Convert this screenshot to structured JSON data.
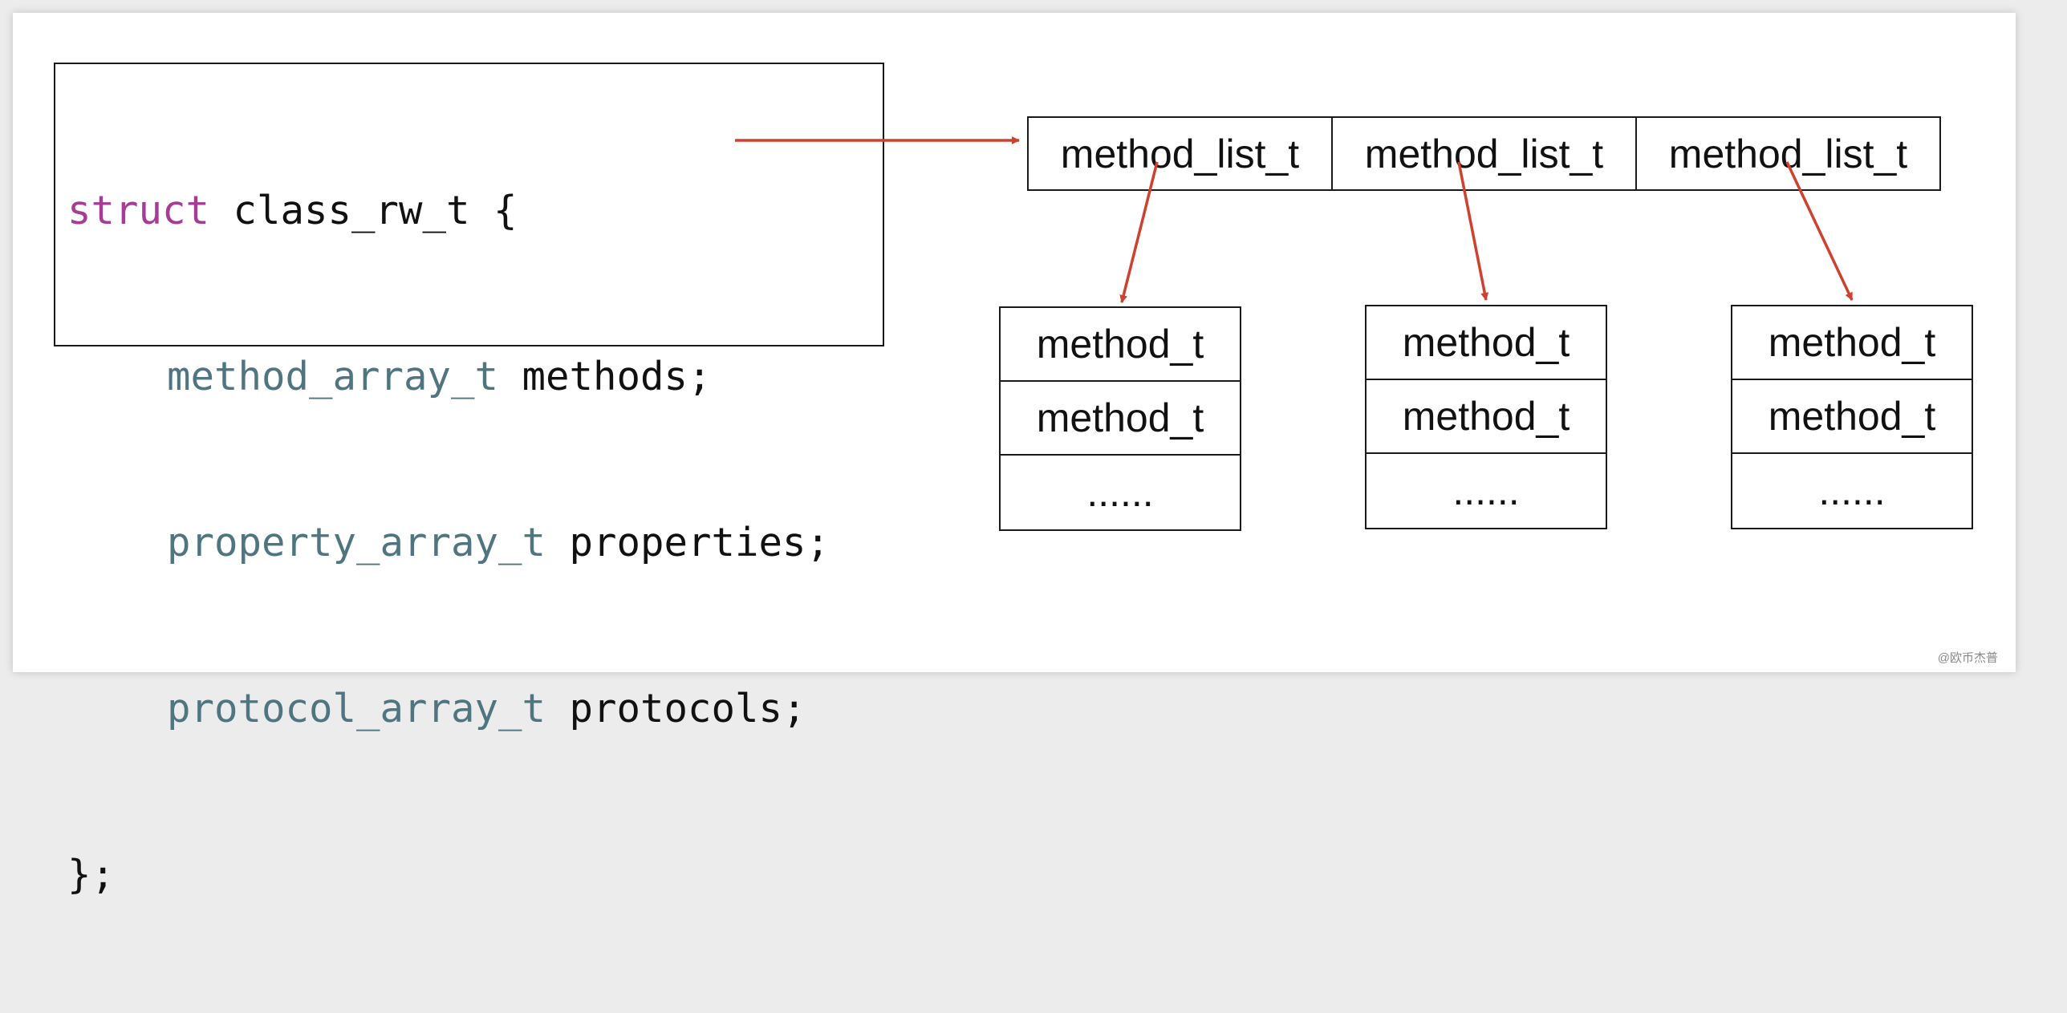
{
  "code": {
    "line1": {
      "kw": "struct",
      "rest": " class_rw_t {"
    },
    "line2": {
      "type": "method_array_t",
      "rest": " methods;"
    },
    "line3": {
      "type": "property_array_t",
      "rest": " properties;"
    },
    "line4": {
      "type": "protocol_array_t",
      "rest": " protocols;"
    },
    "line5": "};"
  },
  "method_lists": [
    "method_list_t",
    "method_list_t",
    "method_list_t"
  ],
  "method_columns": [
    [
      "method_t",
      "method_t",
      "......"
    ],
    [
      "method_t",
      "method_t",
      "......"
    ],
    [
      "method_t",
      "method_t",
      "......"
    ]
  ],
  "watermark": "@欧币杰普",
  "colors": {
    "keyword": "#a63c96",
    "type": "#4f7580",
    "arrow": "#d0402f"
  }
}
